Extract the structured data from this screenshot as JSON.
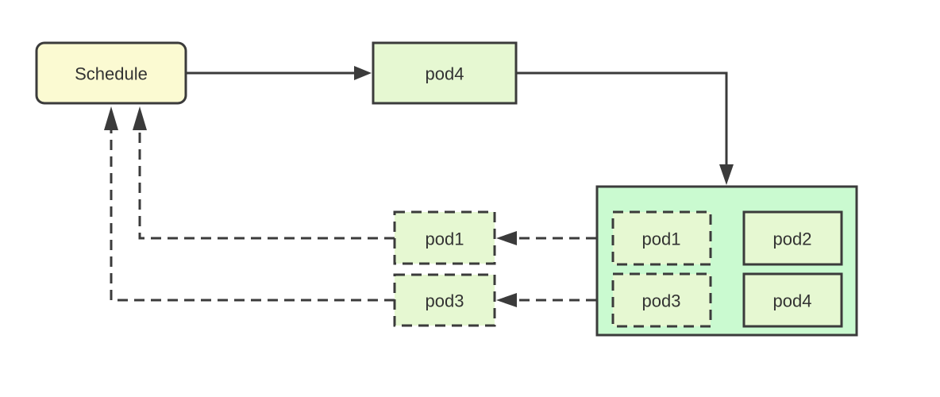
{
  "colors": {
    "background": "#ffffff",
    "schedule_fill": "#fbfad2",
    "pod_fill": "#e6f8d2",
    "container_fill": "#cafad0",
    "stroke": "#3b3b3b",
    "text": "#333333"
  },
  "nodes": {
    "schedule": {
      "label": "Schedule"
    },
    "new_pod": {
      "label": "pod4"
    },
    "evicted_pods": [
      {
        "label": "pod1",
        "style": "dashed"
      },
      {
        "label": "pod3",
        "style": "dashed"
      }
    ],
    "node_container": {
      "pods": [
        {
          "label": "pod1",
          "style": "dashed"
        },
        {
          "label": "pod2",
          "style": "solid"
        },
        {
          "label": "pod3",
          "style": "dashed"
        },
        {
          "label": "pod4",
          "style": "solid"
        }
      ]
    }
  }
}
